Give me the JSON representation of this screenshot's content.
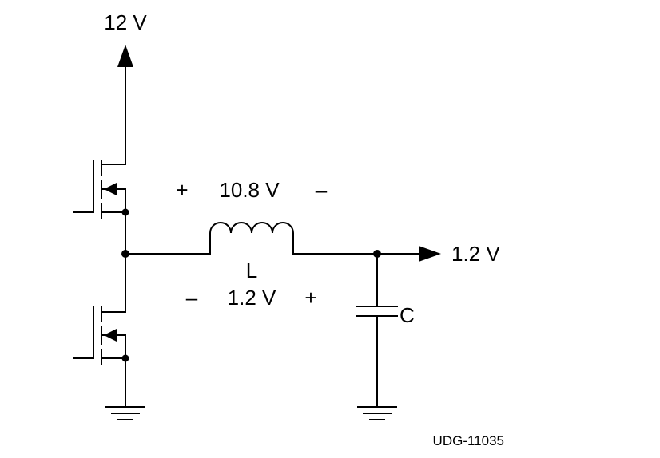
{
  "labels": {
    "supply": "12 V",
    "inductor_voltage_top": "10.8 V",
    "plus_top": "+",
    "minus_top": "–",
    "inductor_name": "L",
    "inductor_voltage_bottom": "1.2 V",
    "minus_bottom": "–",
    "plus_bottom": "+",
    "output": "1.2 V",
    "capacitor_name": "C",
    "figure_id": "UDG-11035"
  },
  "colors": {
    "ink": "#000000",
    "background": "#ffffff"
  }
}
